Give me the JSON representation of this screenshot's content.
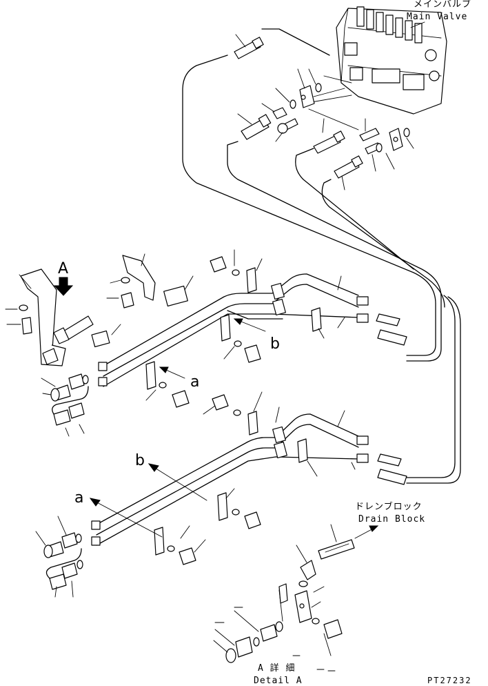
{
  "labels": {
    "main_valve_jp": "メインバルブ",
    "main_valve_en": "Main Valve",
    "drain_block_jp": "ドレンブロック",
    "drain_block_en": "Drain Block",
    "detail_jp": "A 詳 細",
    "detail_en": "Detail A",
    "view_a": "A",
    "ref_a_1": "a",
    "ref_a_2": "a",
    "ref_b_1": "b",
    "ref_b_2": "b",
    "figure_code": "PT27232"
  }
}
